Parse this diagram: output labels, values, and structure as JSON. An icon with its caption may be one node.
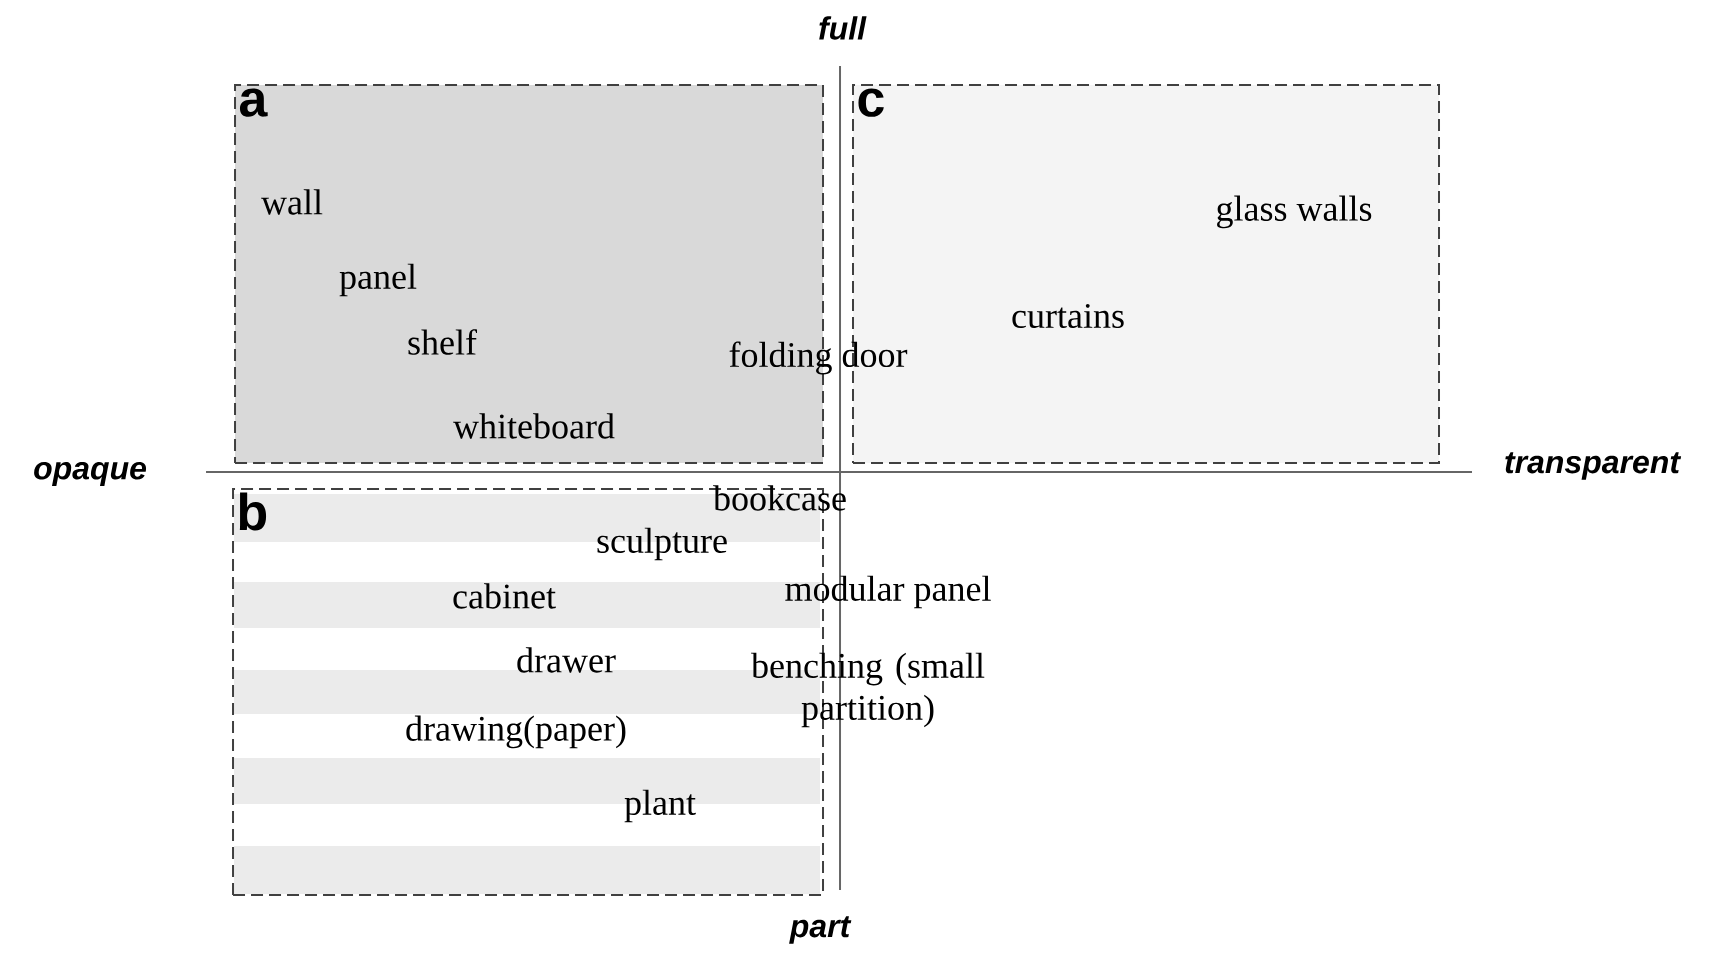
{
  "diagram": {
    "nodes": [
      {
        "text": [
          "a"
        ]
      },
      {
        "text": [
          "c"
        ]
      },
      {
        "text": [
          "b"
        ]
      }
    ],
    "edges": [],
    "labels": [
      "full",
      "wall",
      "glass walls",
      "panel",
      "curtains",
      "shelf",
      "folding door",
      "whiteboard",
      "opaque",
      "transparent",
      "bookcase",
      "sculpture",
      "modular panel",
      "cabinet",
      "drawer",
      "benching (small partition)",
      "drawing(paper)",
      "plant",
      "part"
    ]
  }
}
